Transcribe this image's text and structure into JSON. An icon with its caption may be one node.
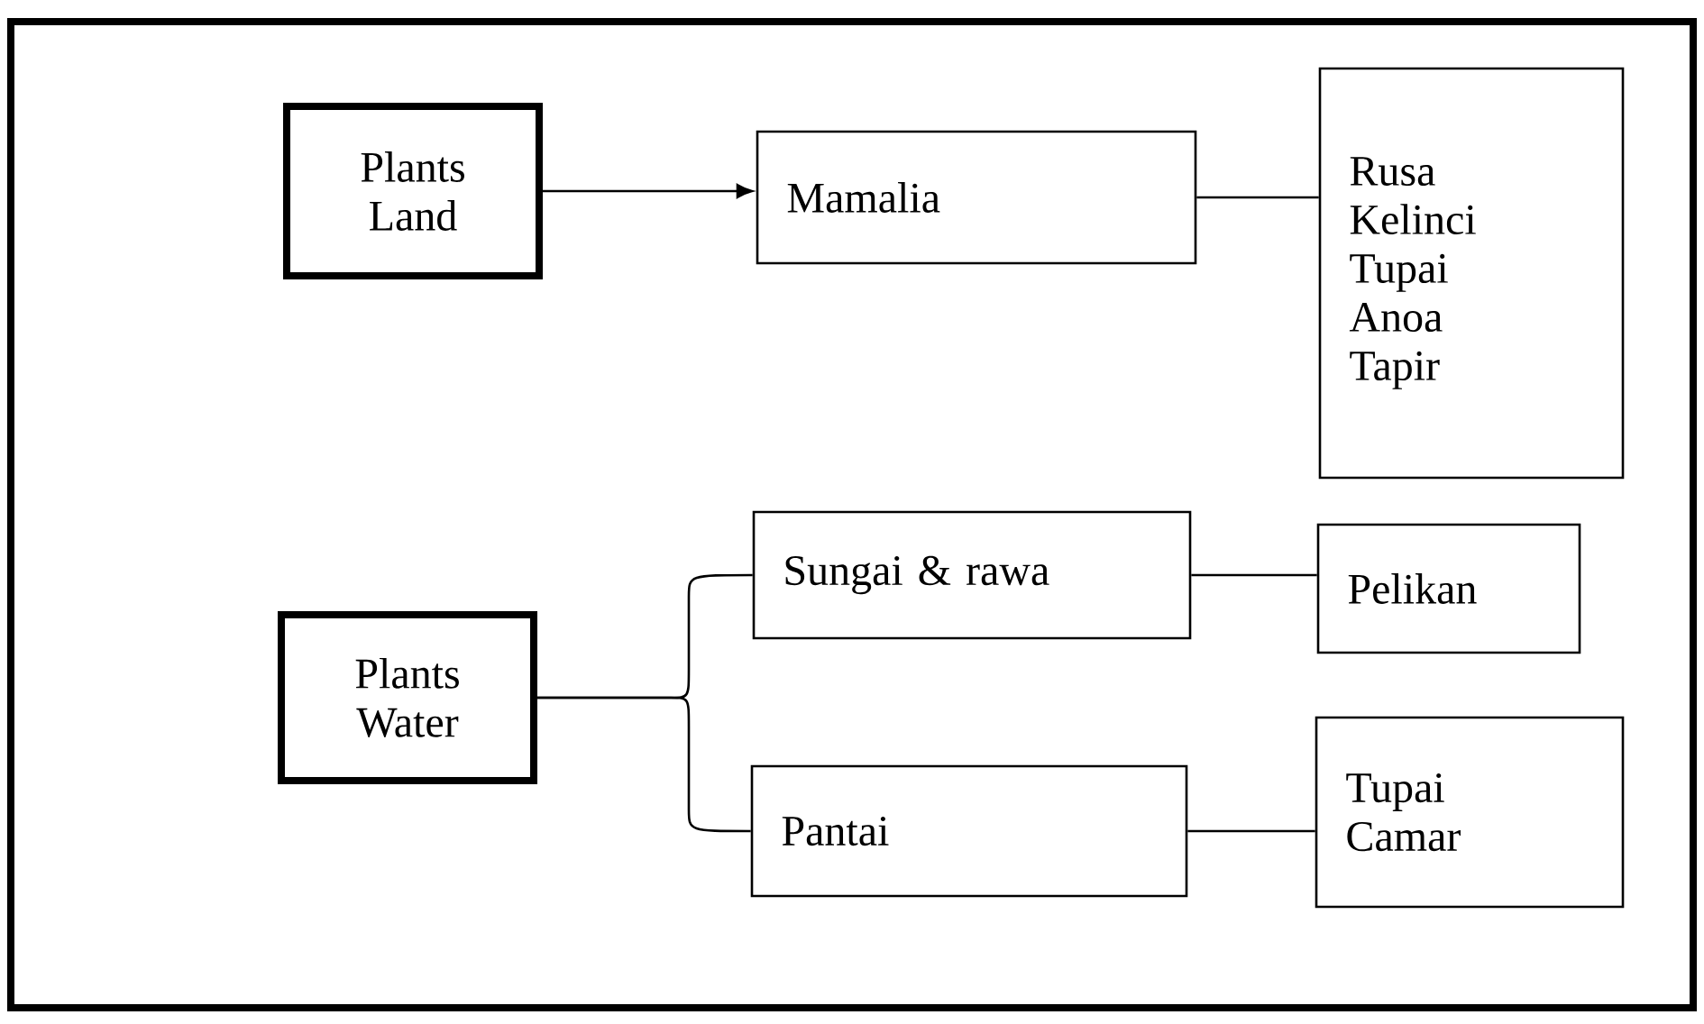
{
  "diagram": {
    "nodes": [
      {
        "text": [
          "Plants Land"
        ]
      },
      {
        "text": [
          "Mamalia"
        ]
      },
      {
        "text": [
          "Rusa Kelinci Tupai Anoa Tapir"
        ]
      },
      {
        "text": [
          "Plants Water"
        ]
      },
      {
        "text": [
          "Sungai & rawa"
        ]
      },
      {
        "text": [
          "Pelikan"
        ]
      },
      {
        "text": [
          "Pantai"
        ]
      },
      {
        "text": [
          "Tupai Camar"
        ]
      }
    ],
    "edges": [
      {
        "from": 0,
        "to": 1,
        "arrow": "to"
      },
      {
        "from": 1,
        "to": 2,
        "arrow": "none"
      },
      {
        "from": 3,
        "to": 4,
        "arrow": "none"
      },
      {
        "from": 3,
        "to": 6,
        "arrow": "none"
      },
      {
        "from": 4,
        "to": 5,
        "arrow": "none"
      },
      {
        "from": 6,
        "to": 7,
        "arrow": "none"
      }
    ]
  }
}
